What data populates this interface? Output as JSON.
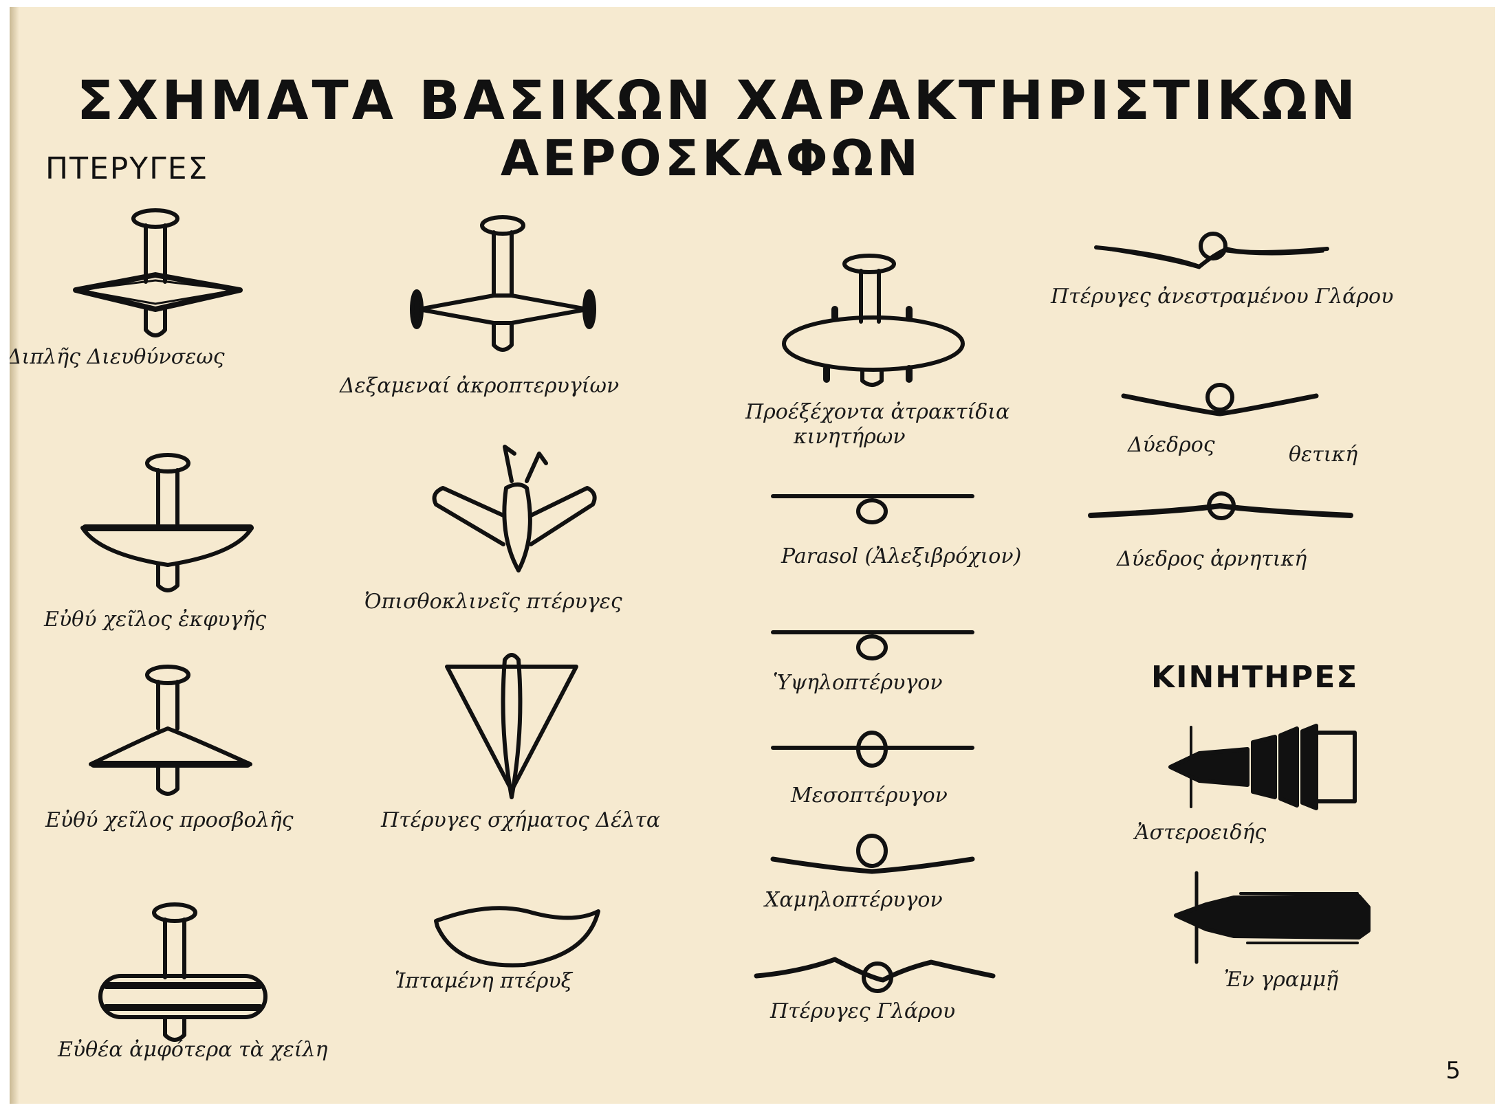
{
  "title": {
    "line1": "ΣΧΗΜΑΤΑ ΒΑΣΙΚΩΝ ΧΑΡΑΚΤΗΡΙΣΤΙΚΩΝ",
    "line2": "ΑΕΡΟΣΚΑΦΩΝ"
  },
  "sections": {
    "wings": "ΠΤΕΡΥΓΕΣ",
    "engines": "ΚΙΝΗΤΗΡΕΣ"
  },
  "labels": {
    "double_taper": "Διπλῆς Διευθύνσεως",
    "tip_tanks": "Δεξαμεναί ἀκροπτερυγίων",
    "protruding_nacelles_1": "Προέξέχοντα ἀτρακτίδια",
    "protruding_nacelles_2": "κινητήρων",
    "inverted_gull": "Πτέρυγες ἀνεστραμένου Γλάρου",
    "straight_trailing": "Εὐθύ χεῖλος ἐκφυγῆς",
    "swept_back": "Ὀπισθοκλινεῖς πτέρυγες",
    "dihedral_positive_1": "Δύεδρος",
    "dihedral_positive_2": "θετική",
    "parasol": "Parasol (Ἀλεξιβρόχιον)",
    "dihedral_negative": "Δύεδρος ἀρνητική",
    "high_wing": "Ὑψηλοπτέρυγον",
    "straight_leading": "Εὐθύ χεῖλος προσβολῆς",
    "delta": "Πτέρυγες σχήματος Δέλτα",
    "mid_wing": "Μεσοπτέρυγον",
    "radial": "Ἀστεροειδής",
    "low_wing": "Χαμηλοπτέρυγον",
    "both_straight": "Εὐθέα ἀμφότερα τὰ χείλη",
    "flying_wing": "Ἱπταμένη πτέρυξ",
    "gull": "Πτέρυγες Γλάρου",
    "inline": "Ἐν γραμμῇ"
  },
  "page_number": "5"
}
